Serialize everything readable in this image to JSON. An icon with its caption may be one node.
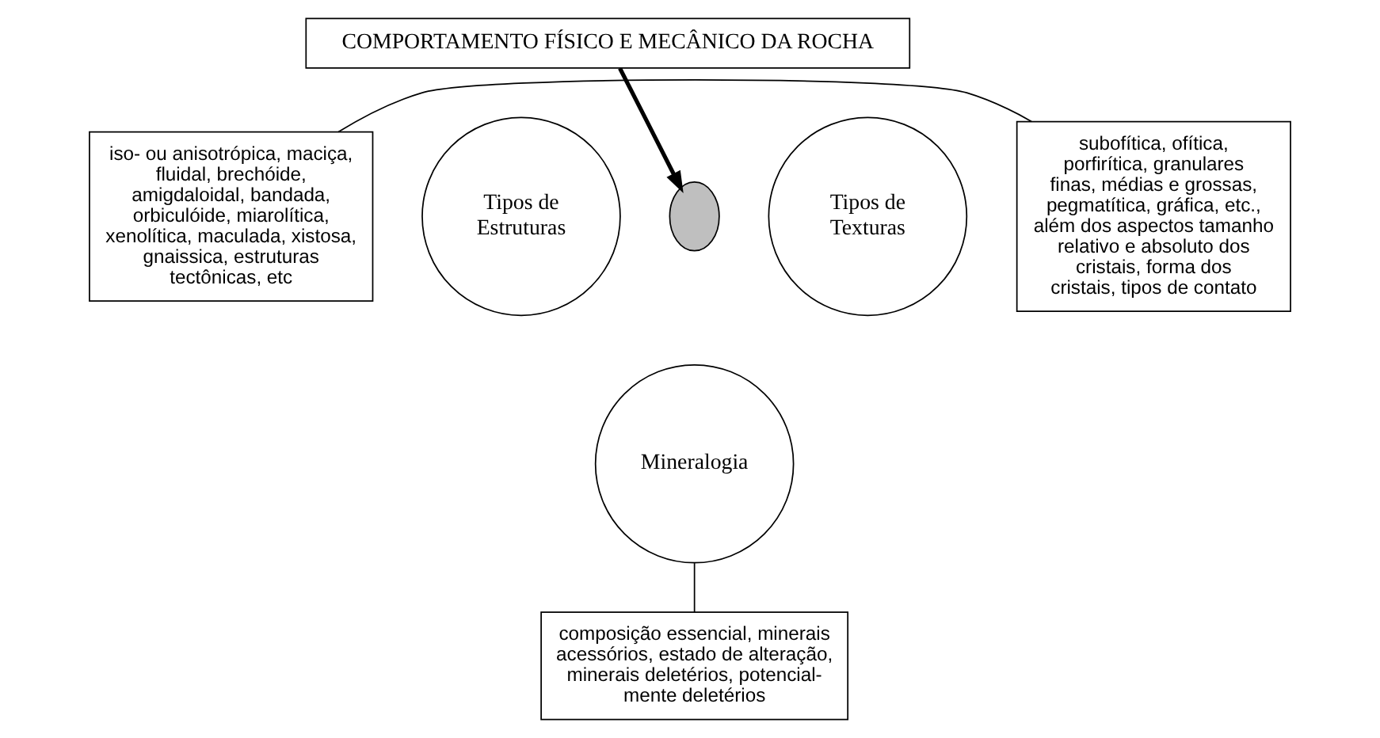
{
  "diagram": {
    "nodes": [
      {
        "text": [
          "COMPORTAMENTO FÍSICO E MECÂNICO DA ROCHA"
        ]
      },
      {
        "text": [
          "Tipos de Estruturas"
        ]
      },
      {
        "text": [
          "Tipos de Texturas"
        ]
      },
      {
        "text": [],
        "shape": "lens"
      },
      {
        "text": [
          "Mineralogia"
        ]
      },
      {
        "text": [
          "iso- ou anisotrópica, maciça, fluidal, brechóide, amigdaloidal, bandada, orbiculóide, miarolítica, xenolítica, maculada, xistosa, gnaissica, estruturas tectônicas, etc"
        ]
      },
      {
        "text": [
          "subofítica, ofítica, porfirítica, granulares finas, médias e grossas, pegmatítica, gráfica, etc., além dos aspectos tamanho relativo e absoluto dos cristais, forma dos cristais, tipos de contato"
        ]
      },
      {
        "text": [
          "composição essencial, minerais acessórios, estado de alteração, minerais deletérios, potencial- mente deletérios"
        ]
      }
    ],
    "edges": [
      {
        "from": 0,
        "to": 3,
        "arrow": "to",
        "style": "thick"
      },
      {
        "from": 5,
        "to": 6,
        "arrow": "none"
      },
      {
        "from": 4,
        "to": 7,
        "arrow": "none"
      }
    ]
  }
}
